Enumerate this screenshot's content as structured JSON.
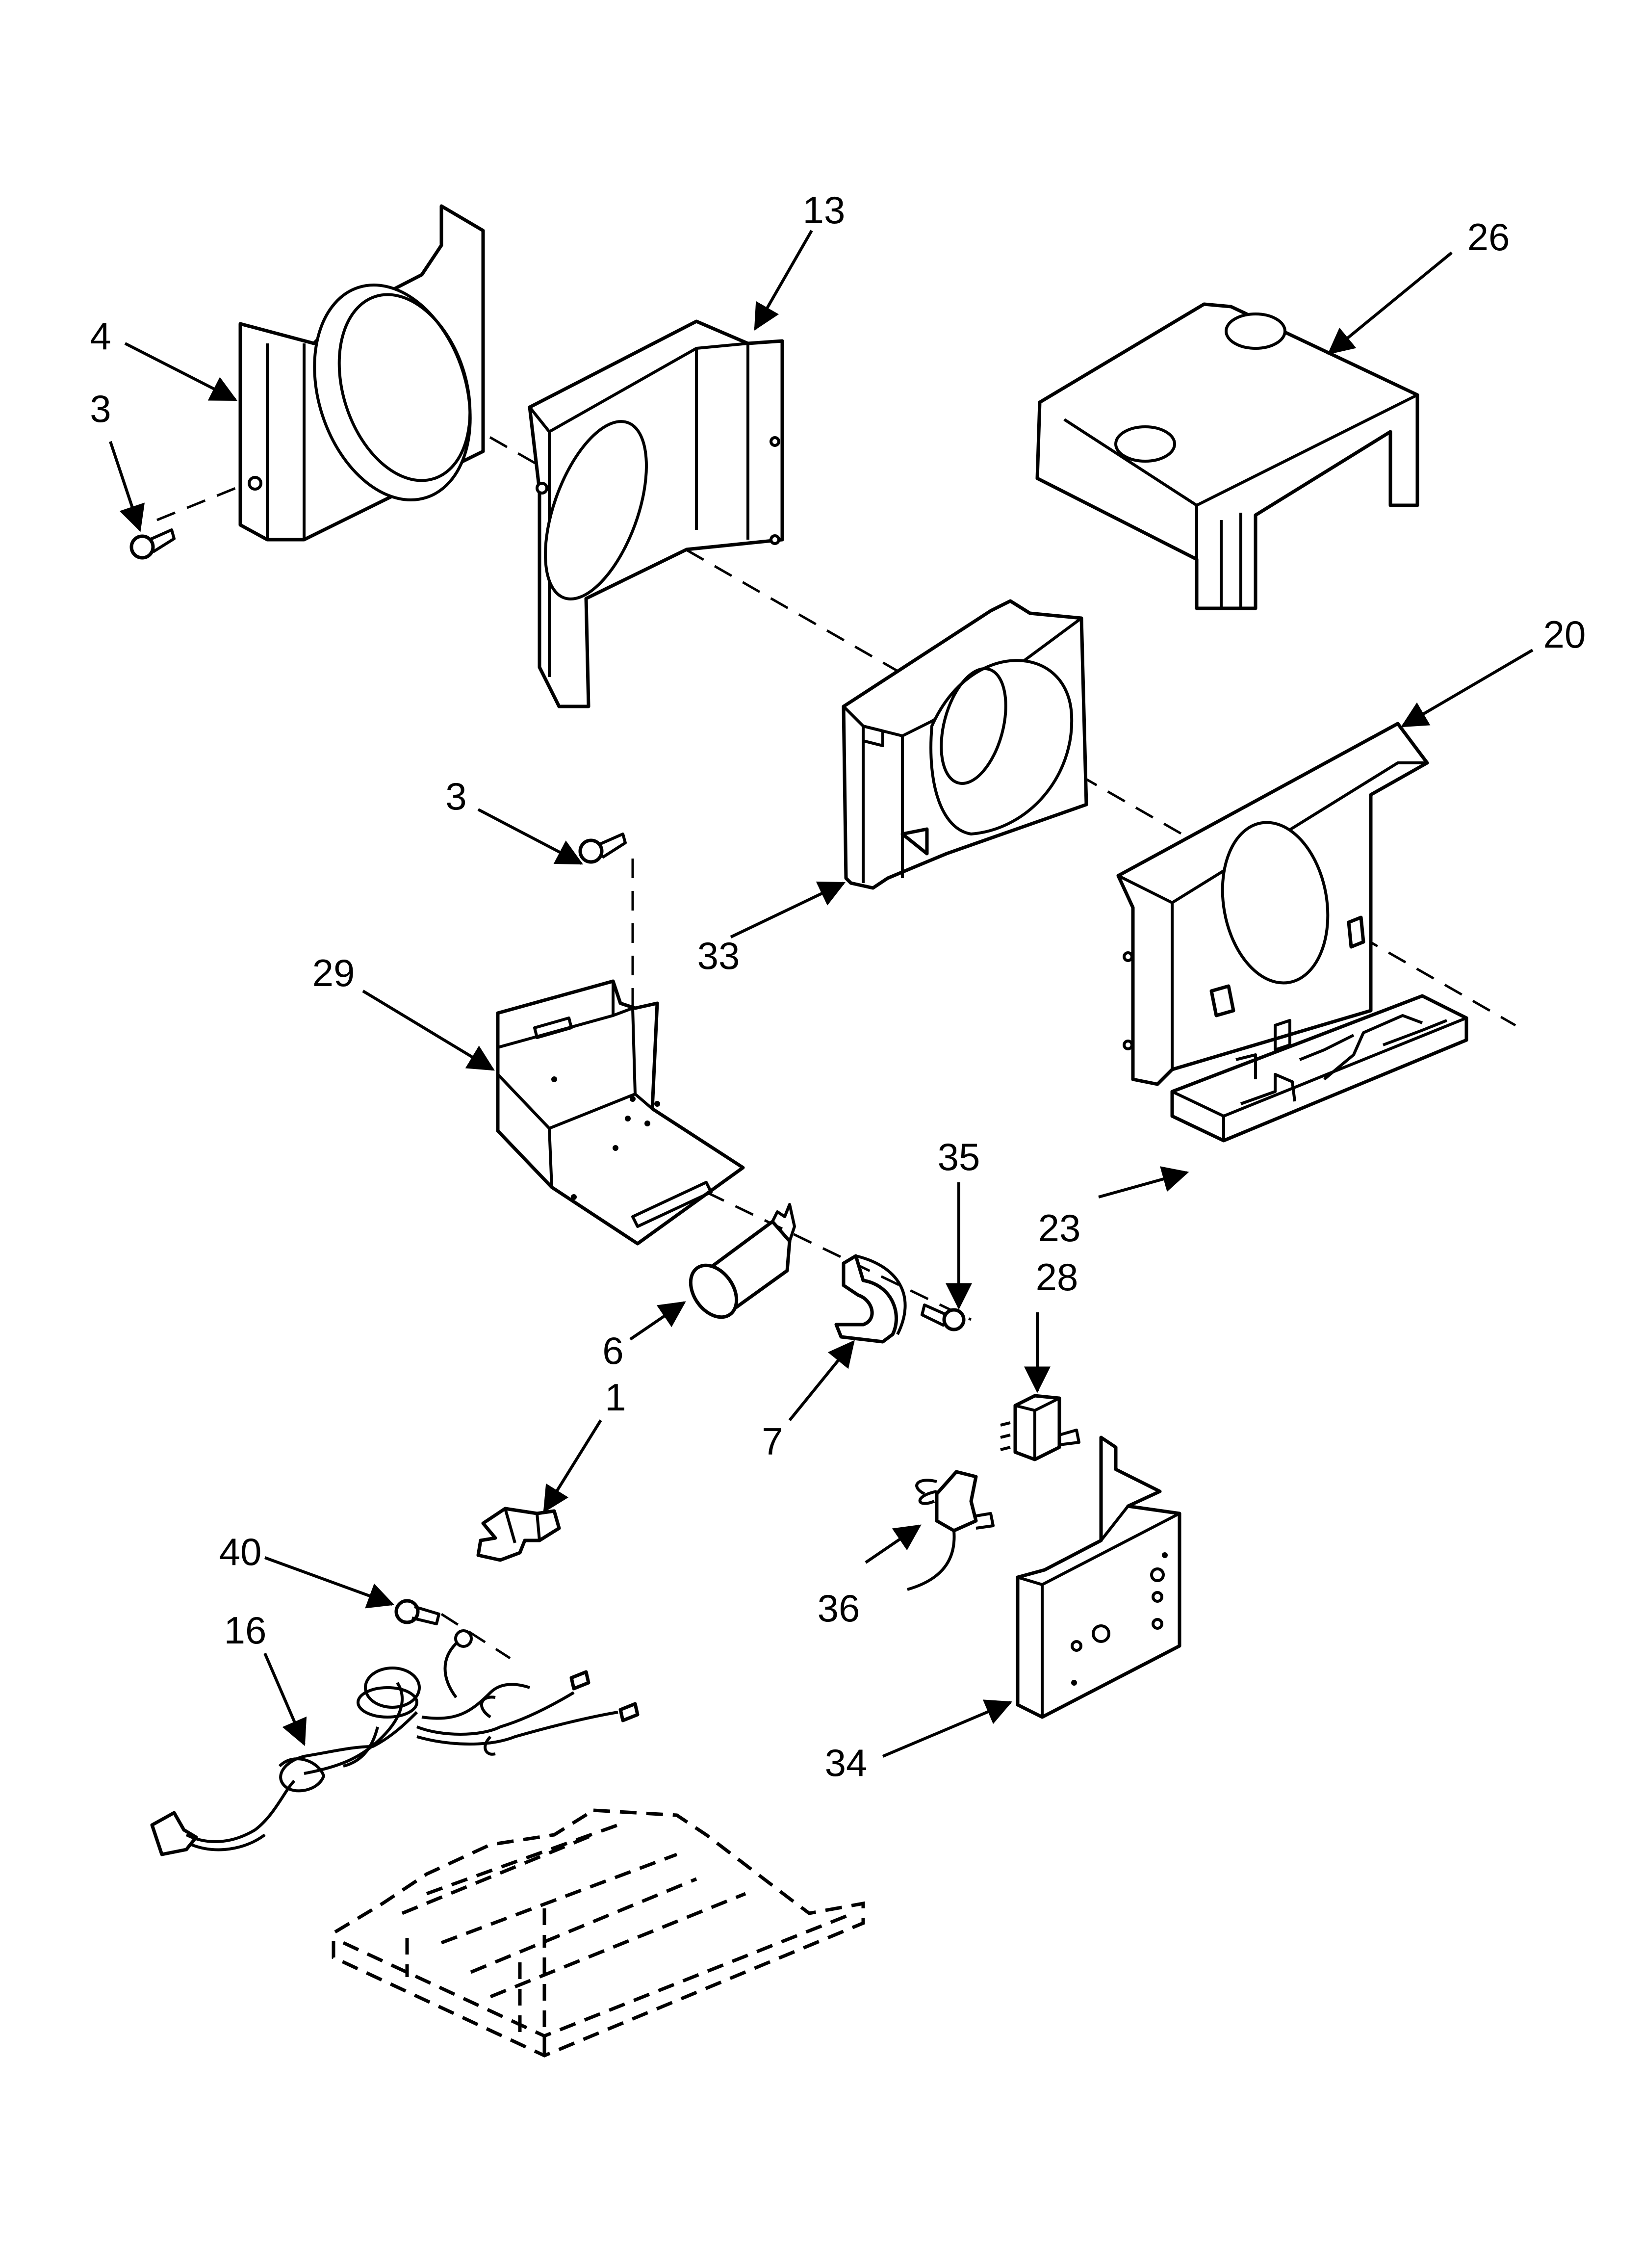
{
  "callouts": [
    {
      "id": "13",
      "text": "13"
    },
    {
      "id": "26",
      "text": "26"
    },
    {
      "id": "4",
      "text": "4"
    },
    {
      "id": "3a",
      "text": "3"
    },
    {
      "id": "20",
      "text": "20"
    },
    {
      "id": "3b",
      "text": "3"
    },
    {
      "id": "29",
      "text": "29"
    },
    {
      "id": "33",
      "text": "33"
    },
    {
      "id": "35",
      "text": "35"
    },
    {
      "id": "23",
      "text": "23"
    },
    {
      "id": "28",
      "text": "28"
    },
    {
      "id": "6",
      "text": "6"
    },
    {
      "id": "1",
      "text": "1"
    },
    {
      "id": "7",
      "text": "7"
    },
    {
      "id": "40",
      "text": "40"
    },
    {
      "id": "36",
      "text": "36"
    },
    {
      "id": "16",
      "text": "16"
    },
    {
      "id": "34",
      "text": "34"
    }
  ],
  "colors": {
    "line": "#000000",
    "background": "#ffffff"
  }
}
